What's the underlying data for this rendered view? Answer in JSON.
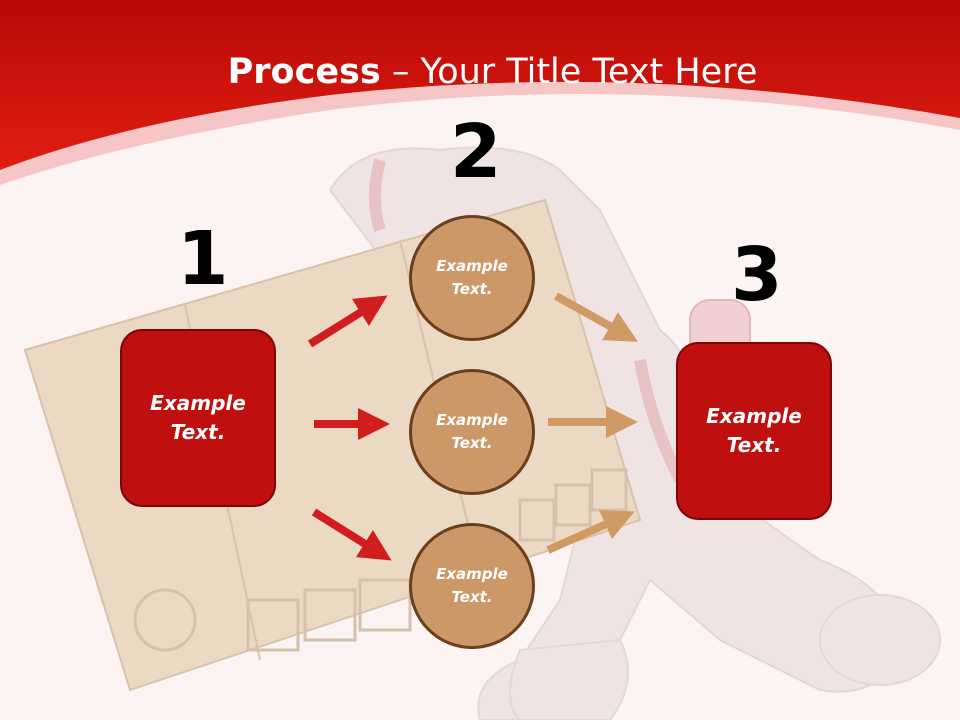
{
  "slide": {
    "title_bold": "Process",
    "title_rest": " – Your Title Text Here",
    "steps": [
      {
        "number": "1",
        "label_line1": "Example",
        "label_line2": "Text."
      },
      {
        "number": "2",
        "circles": [
          {
            "line1": "Example",
            "line2": "Text."
          },
          {
            "line1": "Example",
            "line2": "Text."
          },
          {
            "line1": "Example",
            "line2": "Text."
          }
        ]
      },
      {
        "number": "3",
        "label_line1": "Example",
        "label_line2": "Text."
      }
    ],
    "colors": {
      "header_red": "#d5120c",
      "box_red": "#c00f0f",
      "circle_tan": "#cc9867",
      "arrow_red": "#d01e1e",
      "arrow_tan": "#cf9a63"
    },
    "background_image": "delivery-figure-carrying-box"
  }
}
